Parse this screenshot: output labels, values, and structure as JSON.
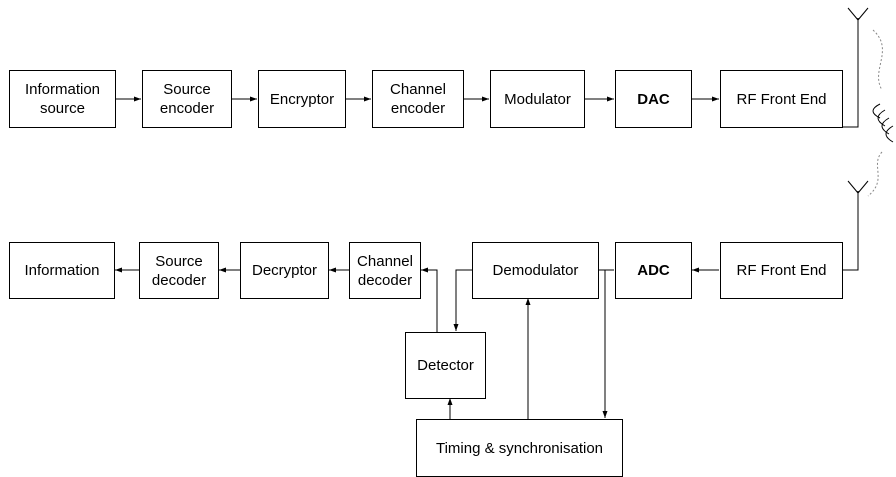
{
  "transmitter": {
    "blocks": [
      {
        "id": "information-source",
        "label": "Information\nsource",
        "bold": false
      },
      {
        "id": "source-encoder",
        "label": "Source\nencoder",
        "bold": false
      },
      {
        "id": "encryptor",
        "label": "Encryptor",
        "bold": false
      },
      {
        "id": "channel-encoder",
        "label": "Channel\nencoder",
        "bold": false
      },
      {
        "id": "modulator",
        "label": "Modulator",
        "bold": false
      },
      {
        "id": "dac",
        "label": "DAC",
        "bold": true
      },
      {
        "id": "tx-rf-front-end",
        "label": "RF Front End",
        "bold": false
      }
    ]
  },
  "receiver": {
    "blocks": [
      {
        "id": "rx-rf-front-end",
        "label": "RF Front End",
        "bold": false
      },
      {
        "id": "adc",
        "label": "ADC",
        "bold": true
      },
      {
        "id": "demodulator",
        "label": "Demodulator",
        "bold": false
      },
      {
        "id": "channel-decoder",
        "label": "Channel\ndecoder",
        "bold": false
      },
      {
        "id": "decryptor",
        "label": "Decryptor",
        "bold": false
      },
      {
        "id": "source-decoder",
        "label": "Source\ndecoder",
        "bold": false
      },
      {
        "id": "information",
        "label": "Information",
        "bold": false
      },
      {
        "id": "detector",
        "label": "Detector",
        "bold": false
      },
      {
        "id": "timing-synchronisation",
        "label": "Timing & synchronisation",
        "bold": false
      }
    ]
  },
  "icons": [
    "tx-antenna-icon",
    "rx-antenna-icon",
    "radio-wave-icon"
  ],
  "colors": {
    "stroke": "#000000",
    "wave": "#888888",
    "background": "#ffffff"
  }
}
